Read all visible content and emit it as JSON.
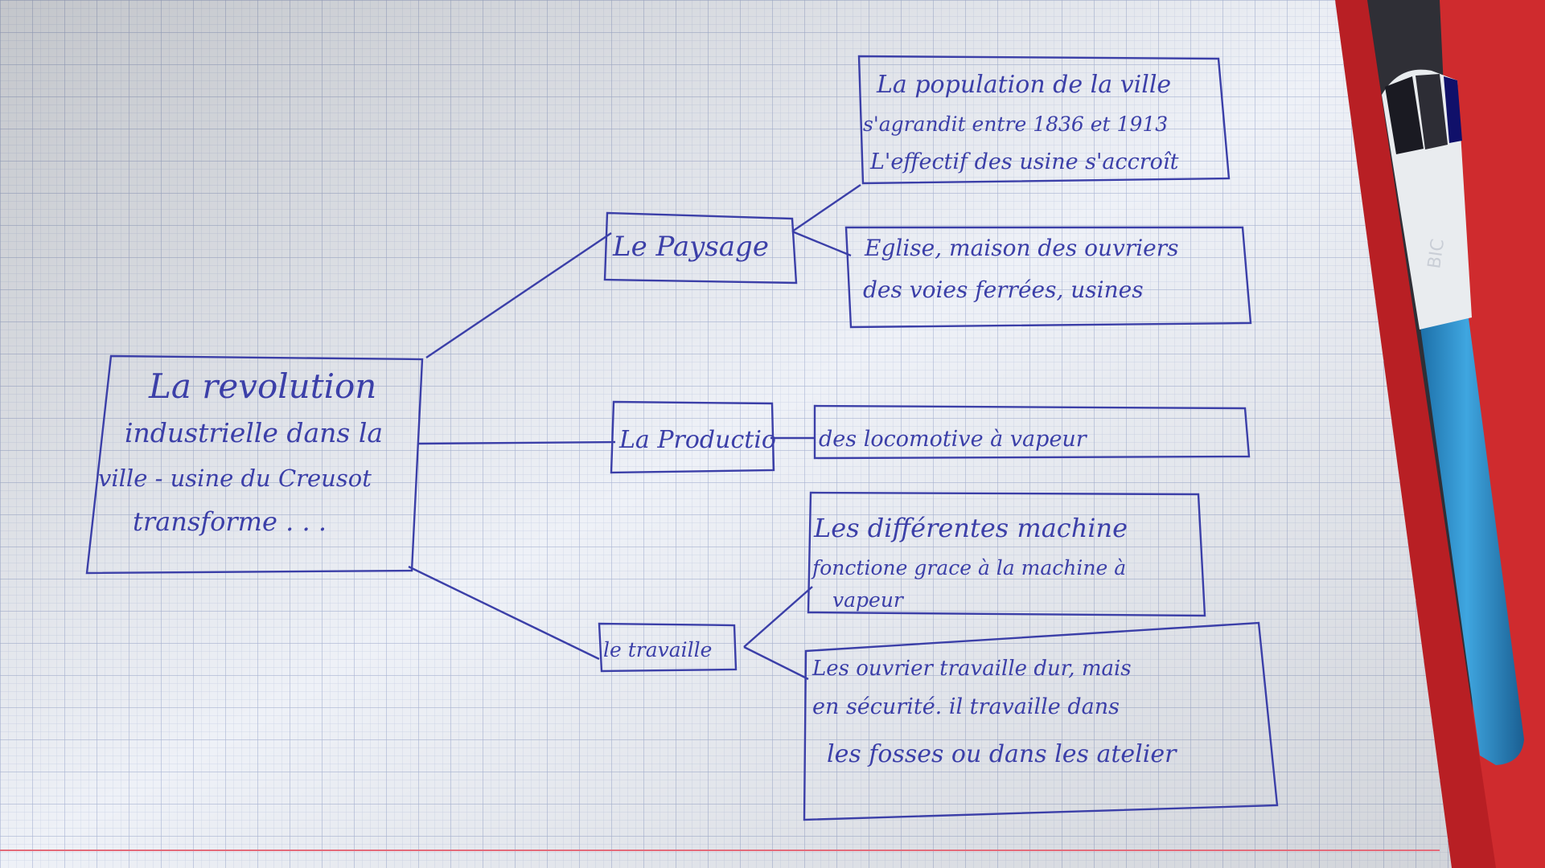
{
  "central": {
    "lines": [
      "La revolution",
      "industrielle dans la",
      "ville - usine du Creusot",
      "transforme . . ."
    ]
  },
  "branches": [
    {
      "label": "Le Paysage",
      "details": [
        {
          "lines": [
            "La population de la ville",
            "s'agrandit entre 1836 et 1913",
            "L'effectif des usine s'accroît"
          ]
        },
        {
          "lines": [
            "Eglise, maison des ouvriers",
            "des voies ferrées, usines"
          ]
        }
      ]
    },
    {
      "label": "La Productio",
      "details": [
        {
          "lines": [
            "des locomotive à vapeur"
          ]
        }
      ]
    },
    {
      "label": "le travaille",
      "details": [
        {
          "lines": [
            "Les différentes machine",
            "fonctione grace à la machine à",
            "vapeur"
          ]
        },
        {
          "lines": [
            "Les ouvrier travaille dur, mais",
            "en sécurité. il travaille dans",
            "les fosses ou dans les atelier"
          ]
        }
      ]
    }
  ],
  "colors": {
    "ink": "#3b3fa8",
    "paper": "#eef1f7",
    "grid": "#b9c3dc",
    "margin_line": "#e36b7a",
    "folder": "#cf2b2e",
    "pen_barrel": "#2a8fd0"
  }
}
